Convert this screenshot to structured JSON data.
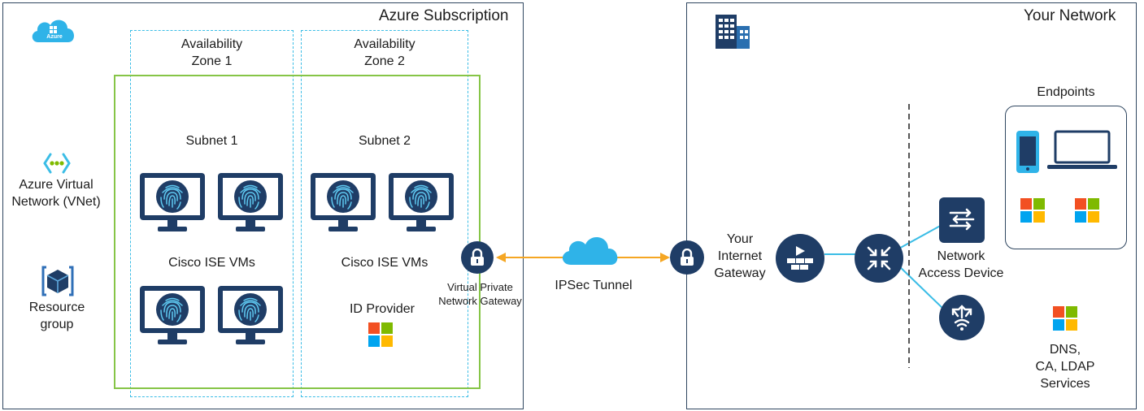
{
  "azure": {
    "subscription_label": "Azure Subscription",
    "cloud_badge": "Azure",
    "zone1": [
      "Availability",
      "Zone 1"
    ],
    "zone2": [
      "Availability",
      "Zone 2"
    ],
    "subnet1": "Subnet 1",
    "subnet2": "Subnet 2",
    "ise_vms_1": "Cisco ISE VMs",
    "ise_vms_2": "Cisco ISE VMs",
    "id_provider": "ID Provider",
    "vnet_label": [
      "Azure Virtual",
      "Network (VNet)"
    ],
    "resource_group": [
      "Resource",
      "group"
    ],
    "vpn_gateway": [
      "Virtual Private",
      "Network Gateway"
    ]
  },
  "tunnel": {
    "label": "IPSec Tunnel"
  },
  "network": {
    "title": "Your Network",
    "internet_gateway": [
      "Your",
      "Internet",
      "Gateway"
    ],
    "endpoints": "Endpoints",
    "nad": [
      "Network",
      "Access Device"
    ],
    "services": [
      "DNS,",
      "CA, LDAP",
      "Services"
    ]
  },
  "colors": {
    "border": "#2f4660",
    "zone_dash": "#3bbde6",
    "vnet_green": "#86c547",
    "icon_navy": "#1f3d66",
    "tunnel_orange": "#f5a623",
    "link_blue": "#3bbde6",
    "azure_cloud": "#2fb3e8"
  },
  "icons": [
    "azure-cloud-icon",
    "vnet-icon",
    "resource-group-icon",
    "fingerprint-monitor-icon",
    "microsoft-logo-icon",
    "lock-icon",
    "cloud-icon",
    "building-icon",
    "firewall-icon",
    "router-icon",
    "switch-icon",
    "wireless-ap-icon",
    "phone-icon",
    "laptop-icon"
  ]
}
